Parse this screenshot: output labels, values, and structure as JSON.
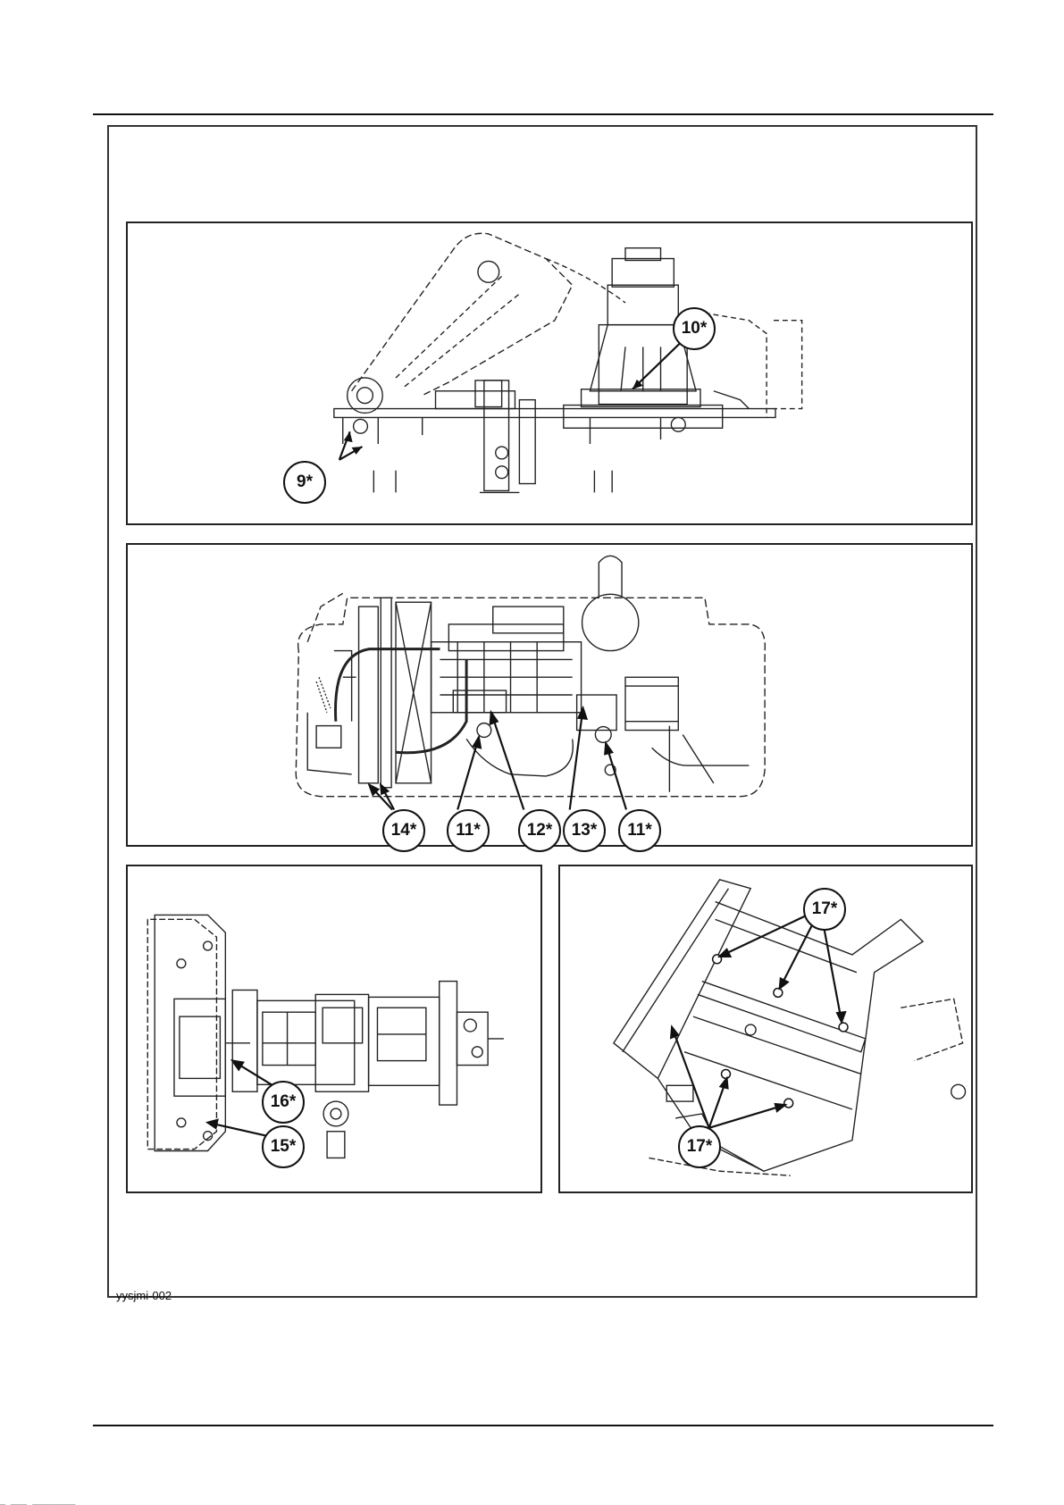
{
  "figure": {
    "id": "yysjmi-002",
    "panels": [
      {
        "name": "upper-structure-side-view",
        "callouts": [
          "9*",
          "10*"
        ]
      },
      {
        "name": "engine-top-view",
        "callouts": [
          "14*",
          "11*",
          "12*",
          "13*",
          "11*"
        ]
      },
      {
        "name": "hydraulic-pump-view",
        "callouts": [
          "16*",
          "15*"
        ]
      },
      {
        "name": "undercover-view",
        "callouts": [
          "17*",
          "17*"
        ]
      }
    ]
  },
  "footer_mark": "_ ___ ________"
}
